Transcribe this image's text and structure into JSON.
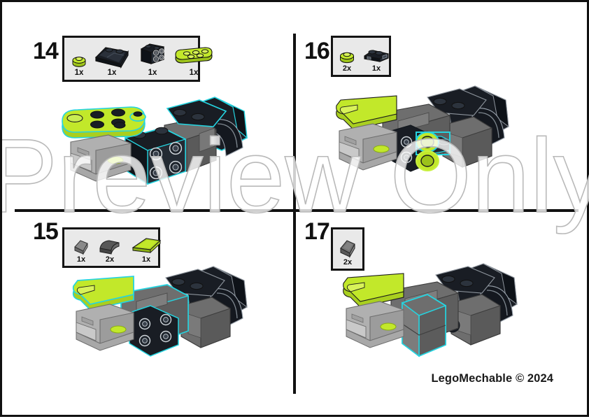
{
  "document": {
    "kind": "lego-building-instructions-page",
    "watermark": "Preview Only",
    "footer_credit": "LegoMechable © 2024",
    "colors": {
      "lime": "#c2e82a",
      "lime_dark": "#9cc21a",
      "lime_light": "#d8f25a",
      "black": "#191d24",
      "black_light": "#2c333d",
      "dark_gray": "#6e6e6e",
      "dark_gray_light": "#8a8a8a",
      "light_gray": "#b0b0b0",
      "light_gray_light": "#c9c9c9",
      "highlight_cyan": "#25d4e0",
      "panel_fill": "#e9e9e9",
      "ink": "#111111"
    }
  },
  "steps": [
    {
      "number": "14",
      "quadrant": "top-left",
      "parts": [
        {
          "qty": "1x",
          "name": "round-plate-1x1",
          "color": "lime"
        },
        {
          "qty": "1x",
          "name": "slope-curved-2x2",
          "color": "black"
        },
        {
          "qty": "1x",
          "name": "bracket-1x2-2x2",
          "color": "black"
        },
        {
          "qty": "1x",
          "name": "plate-2x4-rounded",
          "color": "lime"
        }
      ]
    },
    {
      "number": "15",
      "quadrant": "bottom-left",
      "parts": [
        {
          "qty": "1x",
          "name": "slope-1x1",
          "color": "light-gray"
        },
        {
          "qty": "2x",
          "name": "curved-slope-2x1",
          "color": "dark-gray"
        },
        {
          "qty": "1x",
          "name": "wedge-plate-left",
          "color": "lime"
        }
      ]
    },
    {
      "number": "16",
      "quadrant": "top-right",
      "parts": [
        {
          "qty": "2x",
          "name": "round-plate-1x1",
          "color": "lime"
        },
        {
          "qty": "1x",
          "name": "plate-modified-2x2",
          "color": "black"
        }
      ]
    },
    {
      "number": "17",
      "quadrant": "bottom-right",
      "parts": [
        {
          "qty": "2x",
          "name": "slope-brick-2x1",
          "color": "dark-gray"
        }
      ]
    }
  ]
}
